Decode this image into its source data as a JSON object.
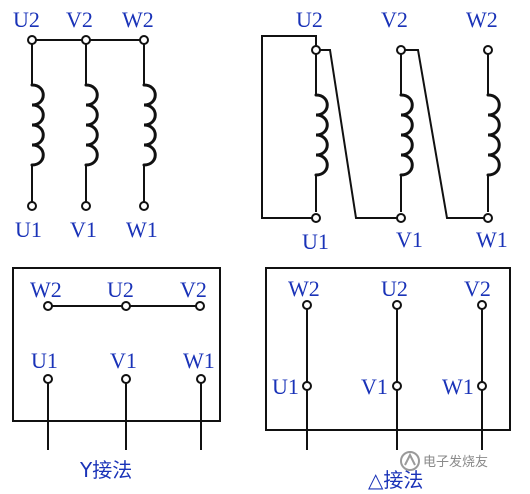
{
  "labels": {
    "U2": "U2",
    "V2": "V2",
    "W2": "W2",
    "U1": "U1",
    "V1": "V1",
    "W1": "W1"
  },
  "captions": {
    "star": "Y接法",
    "delta": "△接法"
  },
  "watermark": {
    "text": "电子发烧友"
  },
  "colors": {
    "label": "#1a33b8",
    "line": "#111111"
  }
}
